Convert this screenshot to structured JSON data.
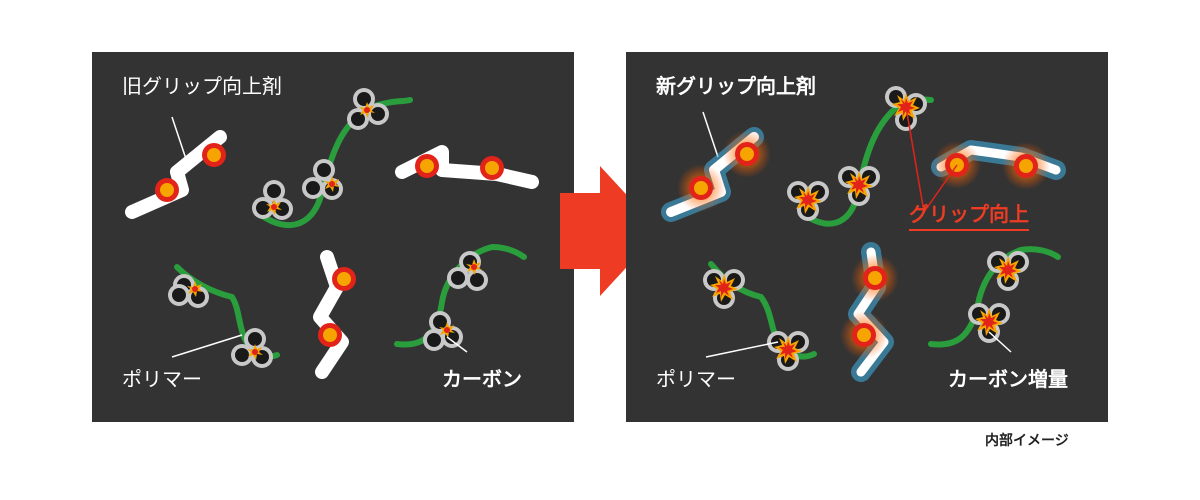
{
  "left_panel": {
    "agent_label": "旧グリップ向上剤",
    "polymer_label": "ポリマー",
    "carbon_label": "カーボン"
  },
  "right_panel": {
    "agent_label": "新グリップ向上剤",
    "grip_label": "グリップ向上",
    "polymer_label": "ポリマー",
    "carbon_label": "カーボン増量"
  },
  "caption": "内部イメージ",
  "colors": {
    "panel": "#333333",
    "arrow": "#ee3b23",
    "polymer": "#2a9d3c",
    "agent_ring": "#e2231a",
    "agent_core": "#f5a400",
    "carbon_ring": "#c8c8c8",
    "carbon_core": "#1a1a1a",
    "glow_blue": "#3fb3e8"
  }
}
